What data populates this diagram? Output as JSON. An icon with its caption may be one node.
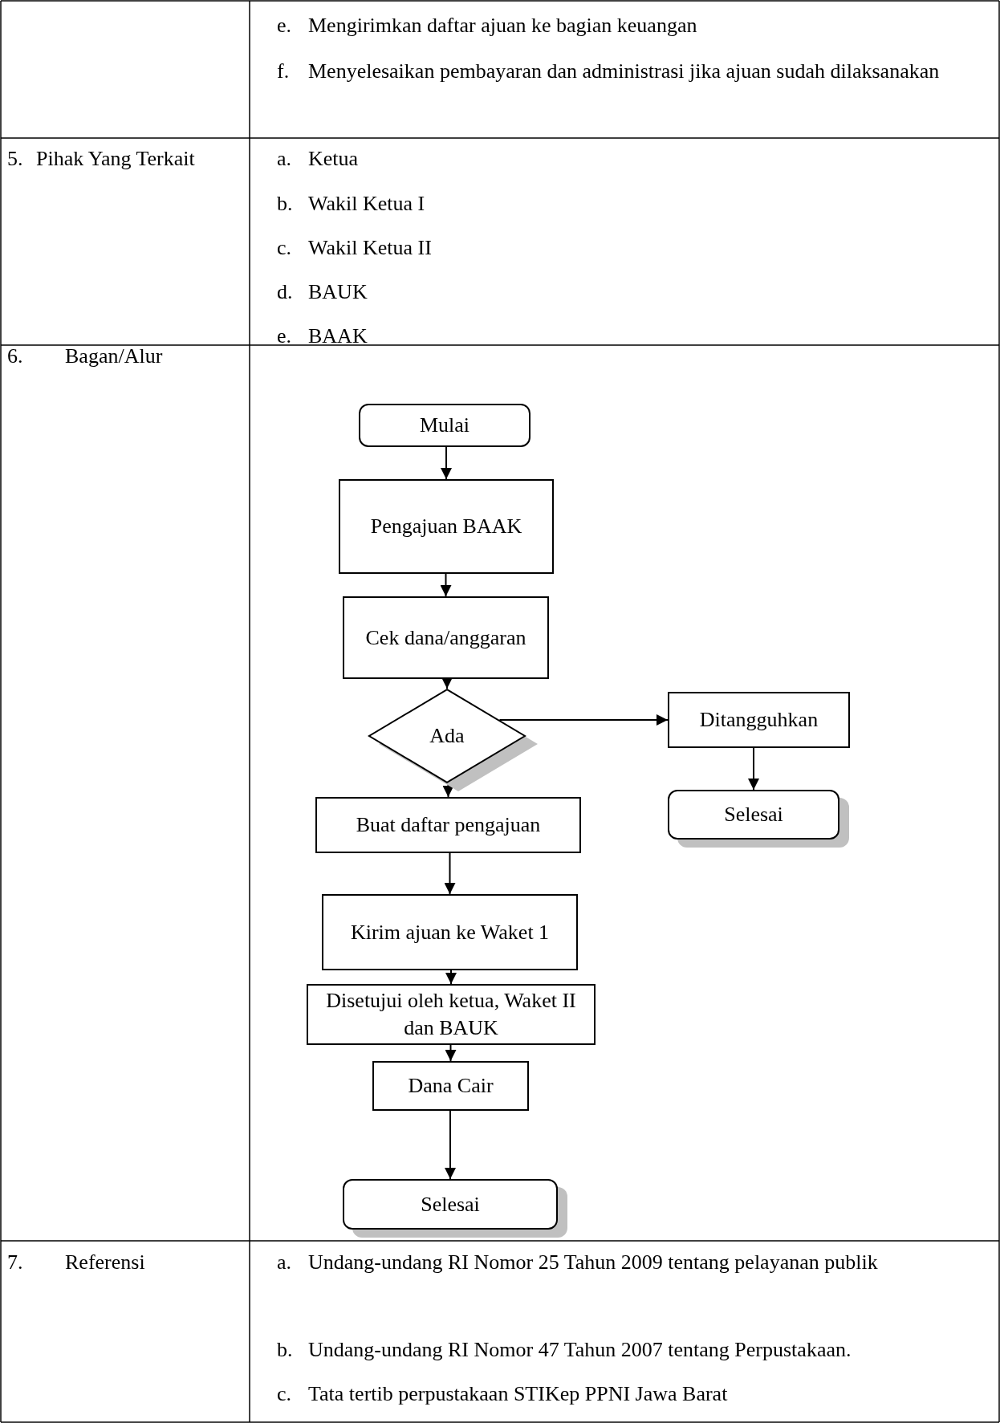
{
  "diagram": {
    "nodes": [
      {
        "text": [
          "Mulai"
        ]
      },
      {
        "text": [
          "Pengajuan BAAK"
        ]
      },
      {
        "text": [
          "Cek dana/anggaran"
        ]
      },
      {
        "text": [
          "Ada"
        ]
      },
      {
        "text": [
          "Ditangguhkan"
        ]
      },
      {
        "text": [
          "Buat daftar pengajuan"
        ]
      },
      {
        "text": [
          "Selesai"
        ]
      },
      {
        "text": [
          "Kirim ajuan ke Waket 1"
        ]
      },
      {
        "text": [
          "Disetujui oleh ketua, Waket II dan BAUK"
        ]
      },
      {
        "text": [
          "Dana Cair"
        ]
      },
      {
        "text": [
          "Selesai"
        ]
      }
    ],
    "edges": [
      {
        "from": 0,
        "to": 1,
        "arrow": "to"
      },
      {
        "from": 1,
        "to": 2,
        "arrow": "to"
      },
      {
        "from": 2,
        "to": 3,
        "arrow": "to"
      },
      {
        "from": 3,
        "to": 4,
        "arrow": "to"
      },
      {
        "from": 4,
        "to": 6,
        "arrow": "to"
      },
      {
        "from": 3,
        "to": 5,
        "arrow": "to"
      },
      {
        "from": 5,
        "to": 7,
        "arrow": "to"
      },
      {
        "from": 7,
        "to": 8,
        "arrow": "to"
      },
      {
        "from": 8,
        "to": 9,
        "arrow": "to"
      },
      {
        "from": 9,
        "to": 10,
        "arrow": "to"
      }
    ],
    "labels": [
      "e.",
      "Mengirimkan daftar ajuan ke bagian keuangan",
      "f.",
      "Menyelesaikan pembayaran dan administrasi jika ajuan sudah dilaksanakan",
      "5.",
      "Pihak Yang Terkait",
      "a.",
      "Ketua",
      "b.",
      "Wakil Ketua I",
      "c.",
      "Wakil Ketua II",
      "d.",
      "BAUK",
      "e.",
      "BAAK",
      "6.",
      "Bagan/Alur",
      "7.",
      "Referensi",
      "a.",
      "Undang-undang RI Nomor 25 Tahun 2009 tentang pelayanan publik",
      "b.",
      "Undang-undang RI Nomor 47 Tahun 2007 tentang Perpustakaan.",
      "c.",
      "Tata tertib perpustakaan STIKep PPNI Jawa Barat"
    ]
  }
}
